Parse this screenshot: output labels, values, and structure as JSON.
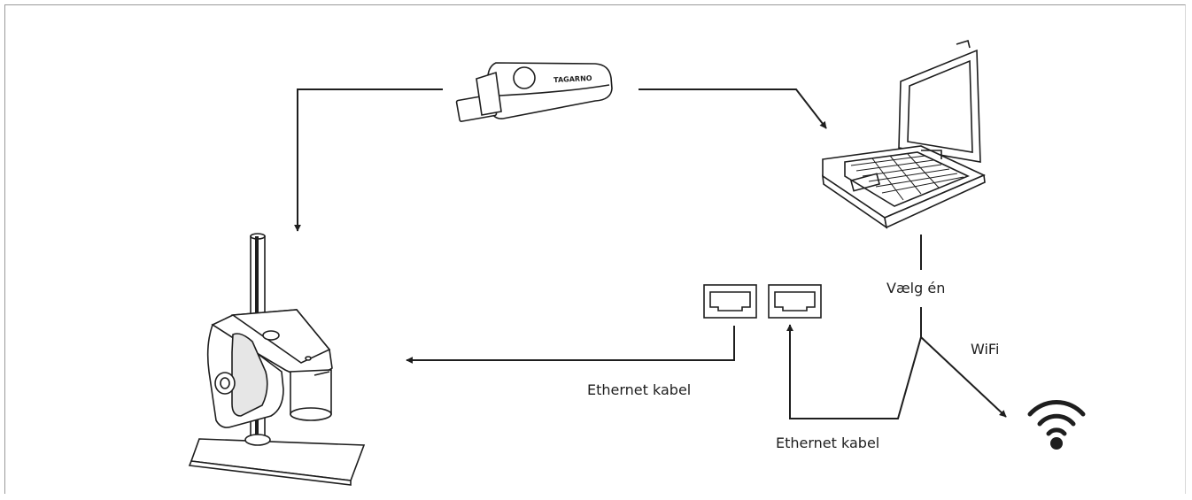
{
  "labels": {
    "choose_one": "Vælg én",
    "wifi": "WiFi",
    "ethernet_cable_1": "Ethernet kabel",
    "ethernet_cable_2": "Ethernet kabel"
  },
  "usb_stick": {
    "brand": "TAGARNO"
  },
  "colors": {
    "line": "#1e1e1e",
    "background": "#ffffff",
    "border": "#9a9a9a"
  },
  "icons": [
    "usb-stick-icon",
    "laptop-icon",
    "microscope-icon",
    "ethernet-port-icon",
    "wifi-icon"
  ]
}
